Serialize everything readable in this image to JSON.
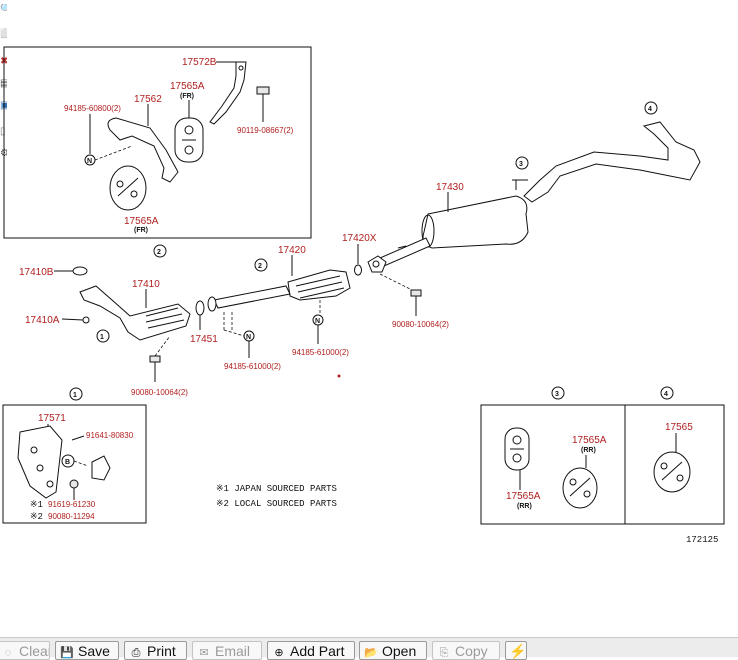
{
  "diagram": {
    "inset_topleft": {
      "labels": [
        "17572B",
        "17565A",
        "(FR)",
        "17562",
        "94185-60800(2)",
        "90119-08667(2)",
        "N",
        "17565A",
        "(FR)"
      ]
    },
    "main": {
      "labels": [
        "17410B",
        "17410",
        "17410A",
        "17451",
        "90080-10064(2)",
        "94185-61000(2)",
        "17420",
        "17420X",
        "94185-61000(2)",
        "17430",
        "90080-10064(2)",
        "N",
        "N"
      ],
      "circles": [
        "1",
        "2",
        "2",
        "3",
        "4"
      ]
    },
    "box1": {
      "number": "1",
      "labels": [
        "17571",
        "91641-80830",
        "B",
        "91619-61230",
        "90080-11294"
      ],
      "marks": [
        "※1",
        "※2"
      ]
    },
    "notes": [
      "※1  JAPAN SOURCED PARTS",
      "※2  LOCAL SOURCED PARTS"
    ],
    "box3": {
      "number": "3",
      "labels": [
        "17565A",
        "(RR)",
        "17565A",
        "(RR)"
      ]
    },
    "box4": {
      "number": "4",
      "labels": [
        "17565"
      ]
    },
    "illustration_code": "172125"
  },
  "sidebar": {
    "icons": [
      "search-icon",
      "zoom-fit-icon",
      "close-icon",
      "print-icon",
      "select-icon",
      "page-icon",
      "settings-icon"
    ]
  },
  "toolbar": {
    "clear": "Clear",
    "save": "Save",
    "print": "Print",
    "email": "Email",
    "add_part": "Add Part",
    "open": "Open",
    "copy": "Copy",
    "quick": "⚡"
  }
}
